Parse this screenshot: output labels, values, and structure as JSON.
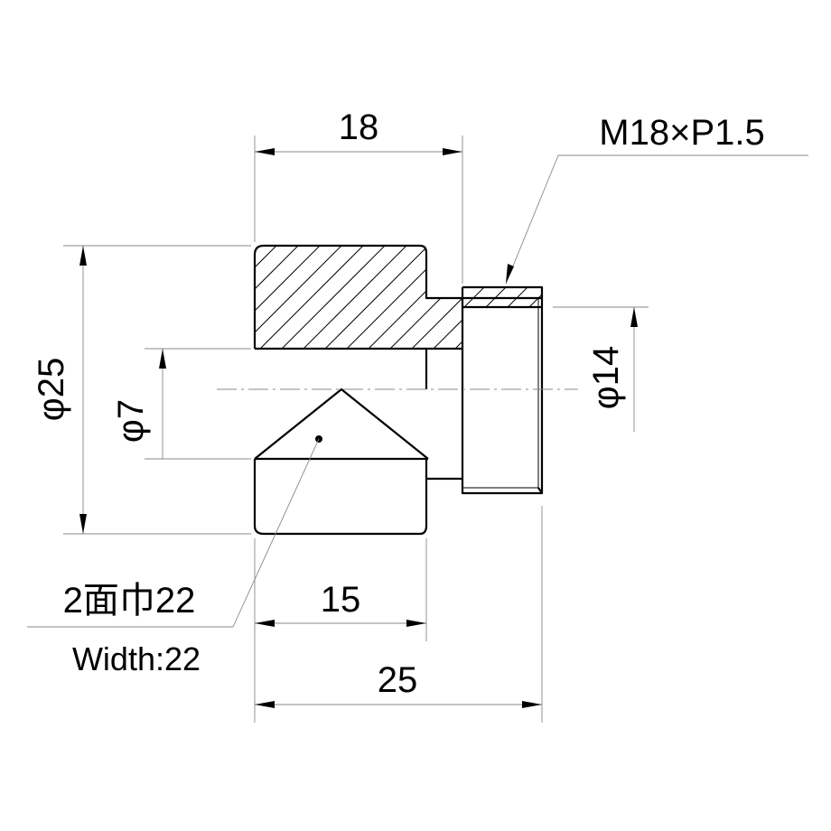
{
  "drawing": {
    "dimensions": {
      "length_18": "18",
      "thread_spec": "M18×P1.5",
      "dia_25": "φ25",
      "dia_7": "φ7",
      "dia_14": "φ14",
      "length_15": "15",
      "length_25": "25",
      "across_flats_jp": "2面巾22",
      "across_flats_en": "Width:22"
    }
  }
}
